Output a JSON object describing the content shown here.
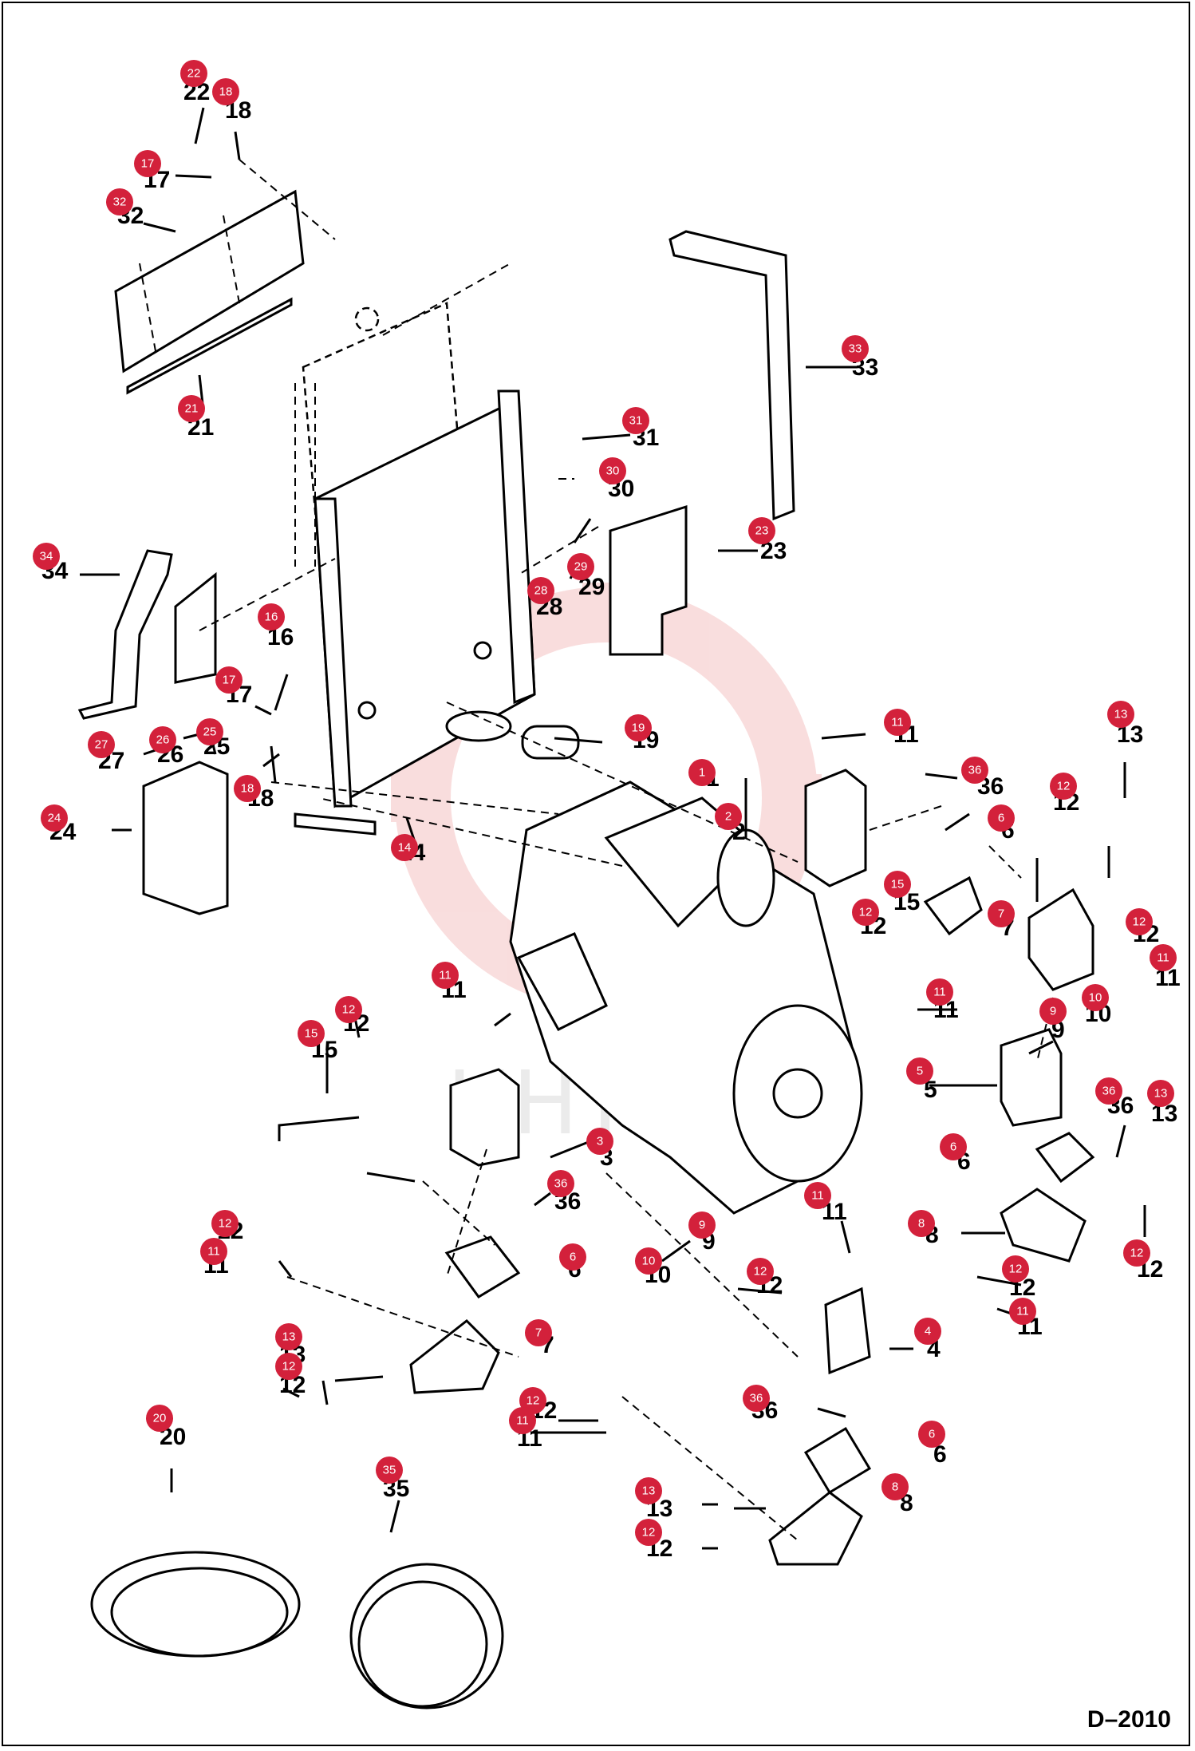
{
  "drawing_code": "D–2010",
  "watermark_text": "ИНТЕХ",
  "colors": {
    "badge": "#d3213b",
    "ink": "#000000",
    "watermark": "#f2b8b8"
  },
  "parts": [
    {
      "id": "1",
      "num": "1"
    },
    {
      "id": "2",
      "num": "2"
    },
    {
      "id": "3",
      "num": "3"
    },
    {
      "id": "4",
      "num": "4"
    },
    {
      "id": "5",
      "num": "5"
    },
    {
      "id": "6",
      "num": "6"
    },
    {
      "id": "7",
      "num": "7"
    },
    {
      "id": "8",
      "num": "8"
    },
    {
      "id": "9",
      "num": "9"
    },
    {
      "id": "10",
      "num": "10"
    },
    {
      "id": "11",
      "num": "11"
    },
    {
      "id": "12",
      "num": "12"
    },
    {
      "id": "13",
      "num": "13"
    },
    {
      "id": "14",
      "num": "14"
    },
    {
      "id": "15",
      "num": "15"
    },
    {
      "id": "16",
      "num": "16"
    },
    {
      "id": "17",
      "num": "17"
    },
    {
      "id": "18",
      "num": "18"
    },
    {
      "id": "19",
      "num": "19"
    },
    {
      "id": "20",
      "num": "20"
    },
    {
      "id": "21",
      "num": "21"
    },
    {
      "id": "22",
      "num": "22"
    },
    {
      "id": "23",
      "num": "23"
    },
    {
      "id": "24",
      "num": "24"
    },
    {
      "id": "25",
      "num": "25"
    },
    {
      "id": "26",
      "num": "26"
    },
    {
      "id": "27",
      "num": "27"
    },
    {
      "id": "28",
      "num": "28"
    },
    {
      "id": "29",
      "num": "29"
    },
    {
      "id": "30",
      "num": "30"
    },
    {
      "id": "31",
      "num": "31"
    },
    {
      "id": "32",
      "num": "32"
    },
    {
      "id": "33",
      "num": "33"
    },
    {
      "id": "34",
      "num": "34"
    },
    {
      "id": "35",
      "num": "35"
    },
    {
      "id": "36",
      "num": "36"
    }
  ]
}
